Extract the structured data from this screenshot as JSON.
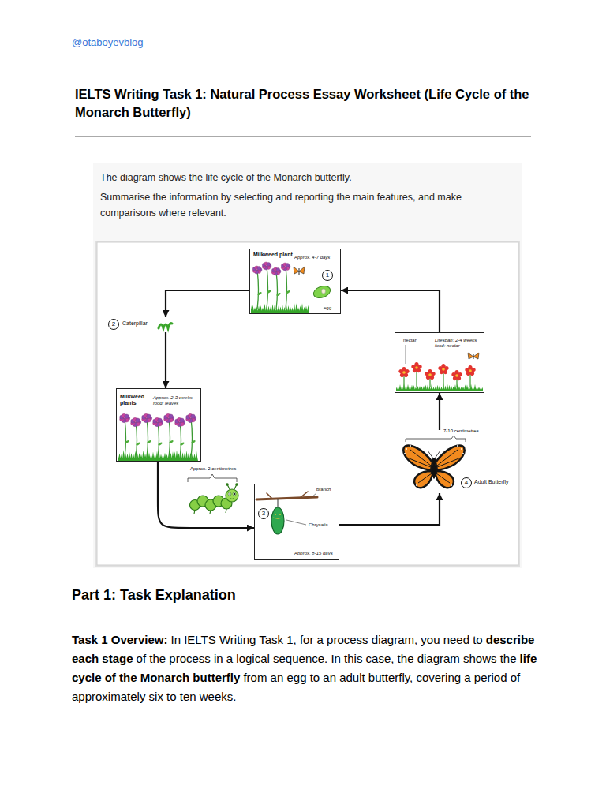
{
  "diagram": {
    "title": "IELTS Writing Task 1: Natural Process Essay Worksheet (Life Cycle of the Monarch Butterfly)",
    "nodes": [
      {
        "text": [
          "Milkweed plant",
          "Approx. 4-7 days",
          "1",
          "egg"
        ]
      },
      {
        "text": [
          "2",
          "Caterpillar"
        ]
      },
      {
        "text": [
          "Milkweed plants",
          "Approx. 2-3 weeks food: leaves"
        ]
      },
      {
        "text": [
          "branch",
          "3",
          "Chrysalis",
          "Approx. 8-15 days"
        ]
      },
      {
        "text": [
          "4",
          "Adult Butterfly"
        ]
      },
      {
        "text": [
          "nectar",
          "Lifespan: 2-4 weeks food: nectar"
        ]
      }
    ],
    "edges": [
      {
        "from": 0,
        "to": 1,
        "arrow": "to"
      },
      {
        "from": 1,
        "to": 2,
        "arrow": "to"
      },
      {
        "from": 2,
        "to": 3,
        "arrow": "to"
      },
      {
        "from": 3,
        "to": 4,
        "arrow": "to"
      },
      {
        "from": 4,
        "to": 5,
        "arrow": "to"
      },
      {
        "from": 5,
        "to": 0,
        "arrow": "to"
      }
    ],
    "labels": [
      "@otaboyevblog",
      "The diagram shows the life cycle of the Monarch butterfly.",
      "Summarise the information by selecting and reporting the main features, and make comparisons where relevant.",
      "Approx. 2 centimetres",
      "7-10 centimetres",
      "Part 1: Task Explanation",
      "Task 1 Overview:",
      "In IELTS Writing Task 1, for a process diagram, you need to",
      "describe each stage",
      "of the process in a logical sequence. In this case, the diagram shows the",
      "life cycle of the Monarch butterfly",
      "from an egg to an adult butterfly, covering a period of approximately six to ten weeks."
    ]
  }
}
